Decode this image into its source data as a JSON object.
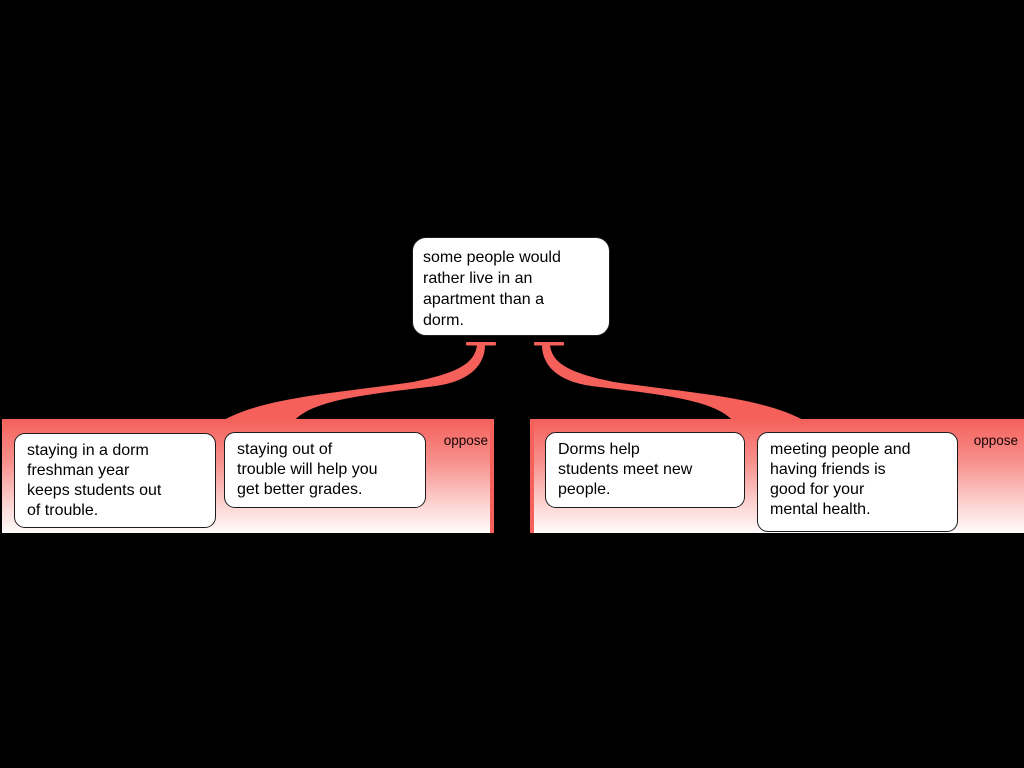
{
  "colors": {
    "background": "#000000",
    "accent_red": "#f5605b",
    "group_gradient_top": "#f5605b",
    "group_gradient_bottom": "#fefbfb",
    "node_fill": "#ffffff",
    "node_border": "#1c1c1c",
    "relation_label_color": "#140404"
  },
  "claim": {
    "text": "some people would\nrather live in an\napartment than a\ndorm."
  },
  "groups": [
    {
      "relation_label": "oppose",
      "side": "left",
      "reasons": [
        {
          "text": "staying in a dorm\nfreshman year\nkeeps students out\nof trouble."
        },
        {
          "text": "staying out of\ntrouble will help you\nget better grades."
        }
      ]
    },
    {
      "relation_label": "oppose",
      "side": "right",
      "reasons": [
        {
          "text": "Dorms help\nstudents meet new\npeople."
        },
        {
          "text": "meeting people and\nhaving friends is\ngood for your\nmental health."
        }
      ]
    }
  ]
}
